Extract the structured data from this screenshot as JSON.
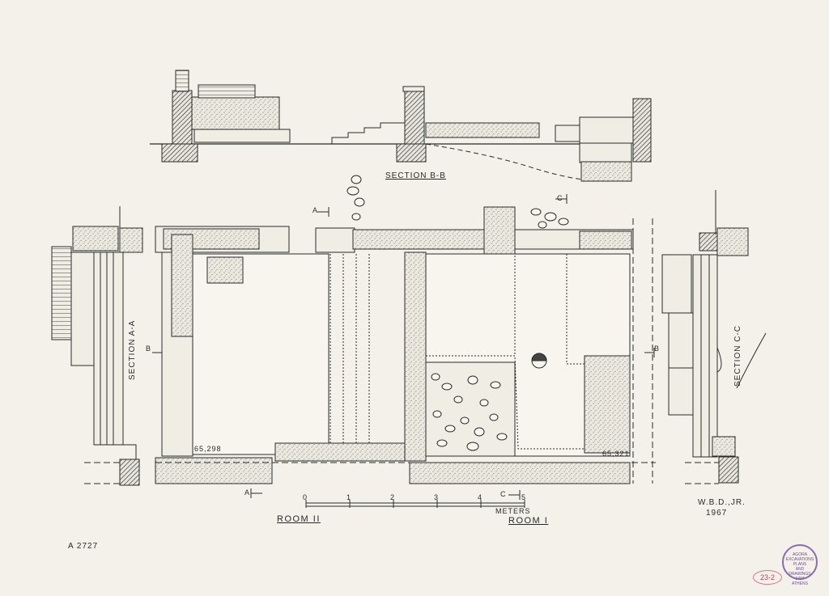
{
  "labels": {
    "section_bb": "SECTION B-B",
    "section_aa": "SECTION A-A",
    "section_cc": "SECTION C-C",
    "room_ii": "ROOM II",
    "room_i": "ROOM I",
    "meters": "METERS",
    "elev_left": "65,298",
    "elev_right": "65,321",
    "author": "W.B.D.,JR.",
    "year": "1967",
    "sheet_id": "A 2727",
    "tag": "23-2",
    "marker_a": "A",
    "marker_b": "B",
    "marker_c": "C"
  },
  "scale": {
    "ticks": [
      "0",
      "1",
      "2",
      "3",
      "4",
      "5"
    ]
  },
  "stamp": {
    "lines": [
      "AGORA EXCAVATIONS",
      "PLANS",
      "AND",
      "DRAWINGS",
      "1707",
      "ATHENS"
    ]
  },
  "colors": {
    "paper": "#f3f1ea",
    "ink": "#2a2a2a",
    "stipple": "#d9d6cc",
    "stamp": "#8a6bb0",
    "tag": "#c4465d"
  }
}
